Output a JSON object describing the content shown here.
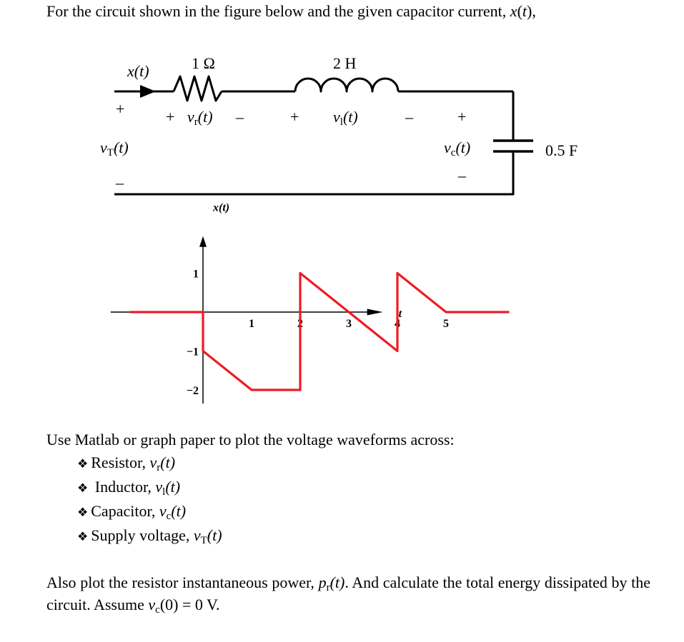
{
  "intro": {
    "text_before": "For the circuit shown in the figure below and the given capacitor current, ",
    "var_x": "x",
    "var_t": "t",
    "text_after": ","
  },
  "circuit": {
    "source_current": "x(t)",
    "resistor_value": "1 Ω",
    "inductor_value": "2 H",
    "capacitor_value": "0.5 F",
    "source_voltage": {
      "main": "v",
      "sub": "T",
      "arg": "(t)"
    },
    "resistor_voltage": {
      "main": "v",
      "sub": "r",
      "arg": "(t)"
    },
    "inductor_voltage": {
      "main": "v",
      "sub": "l",
      "arg": "(t)"
    },
    "capacitor_voltage": {
      "main": "v",
      "sub": "c",
      "arg": "(t)"
    },
    "plus": "+",
    "minus": "–"
  },
  "chart_data": {
    "type": "line",
    "title": "",
    "ylabel": "x(t)",
    "xlabel": "t",
    "xlim": [
      -1.9,
      3.7
    ],
    "ylim": [
      -2,
      1
    ],
    "x_ticks": [
      "1",
      "2",
      "3",
      "4",
      "5"
    ],
    "y_ticks": [
      "1",
      "-1",
      "-2"
    ],
    "series": [
      {
        "color": "#ee1b24",
        "x": [
          -1.5,
          0,
          0,
          0,
          1,
          2,
          2,
          3,
          4,
          4,
          5,
          6.3
        ],
        "y": [
          0,
          0,
          -1,
          -1,
          -2,
          -2,
          1,
          0,
          -1,
          1,
          0,
          0
        ]
      }
    ],
    "grid": false
  },
  "tasks": {
    "intro": "Use Matlab or graph paper to plot the voltage waveforms across:",
    "bullet": "❖",
    "items": [
      {
        "label": "Resistor, ",
        "main": "v",
        "sub": "r",
        "arg": "(t)"
      },
      {
        "label": " Inductor, ",
        "main": "v",
        "sub": "l",
        "arg": "(t)"
      },
      {
        "label": "Capacitor, ",
        "main": "v",
        "sub": "c",
        "arg": "(t)"
      },
      {
        "label": "Supply voltage, ",
        "main": "v",
        "sub": "T",
        "arg": "(t)"
      }
    ]
  },
  "outro": {
    "text1": "Also plot the resistor instantaneous power, ",
    "p_main": "p",
    "p_sub": "r",
    "p_arg": "(t)",
    "text2": ". And calculate the total energy dissipated by the circuit. Assume ",
    "vc_main": "v",
    "vc_sub": "c",
    "vc_arg": "(0) = 0 V."
  }
}
